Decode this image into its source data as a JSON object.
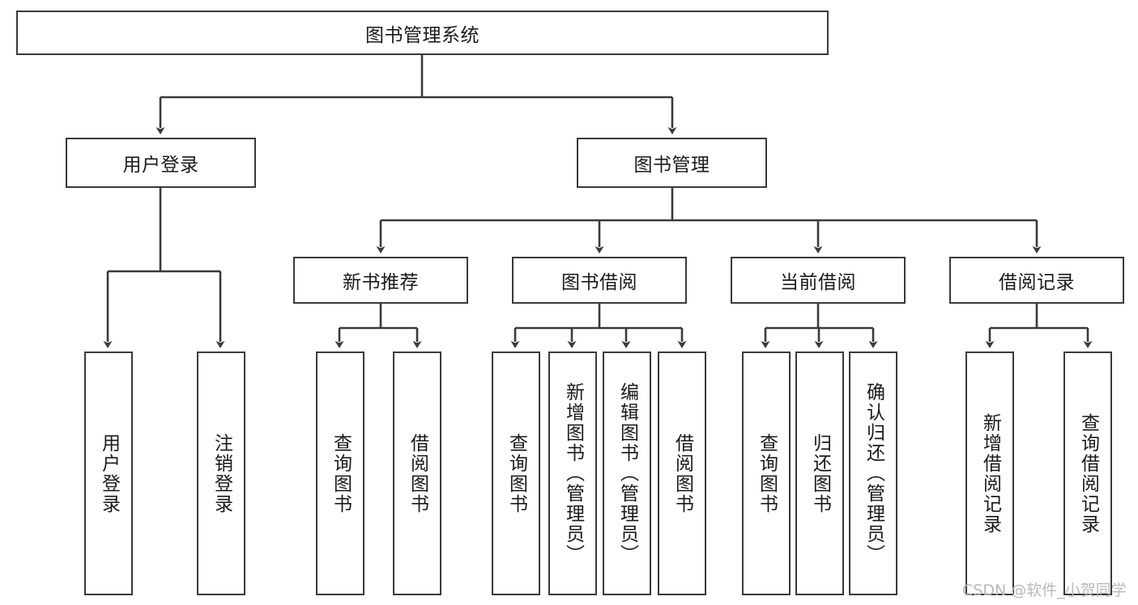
{
  "diagram": {
    "type": "tree",
    "title": "图书管理系统",
    "root": {
      "id": "root",
      "label": "图书管理系统"
    },
    "level2": [
      {
        "id": "user-login",
        "label": "用户登录"
      },
      {
        "id": "book-management",
        "label": "图书管理"
      }
    ],
    "level3": [
      {
        "id": "new-book-recommend",
        "label": "新书推荐"
      },
      {
        "id": "book-borrow",
        "label": "图书借阅"
      },
      {
        "id": "current-borrow",
        "label": "当前借阅"
      },
      {
        "id": "borrow-record",
        "label": "借阅记录"
      }
    ],
    "leaves": {
      "user_login": [
        {
          "id": "leaf-user-login",
          "label": "用户登录"
        },
        {
          "id": "leaf-logout-login",
          "label": "注销登录"
        }
      ],
      "new_book_recommend": [
        {
          "id": "leaf-query-book-1",
          "label": "查询图书"
        },
        {
          "id": "leaf-borrow-book-1",
          "label": "借阅图书"
        }
      ],
      "book_borrow": [
        {
          "id": "leaf-query-book-2",
          "label": "查询图书"
        },
        {
          "id": "leaf-add-book",
          "label": "新增图书（管理员）"
        },
        {
          "id": "leaf-edit-book",
          "label": "编辑图书（管理员）"
        },
        {
          "id": "leaf-borrow-book-2",
          "label": "借阅图书"
        }
      ],
      "current_borrow": [
        {
          "id": "leaf-query-book-3",
          "label": "查询图书"
        },
        {
          "id": "leaf-return-book",
          "label": "归还图书"
        },
        {
          "id": "leaf-confirm-return",
          "label": "确认归还（管理员）"
        }
      ],
      "borrow_record": [
        {
          "id": "leaf-add-record",
          "label": "新增借阅记录"
        },
        {
          "id": "leaf-query-record",
          "label": "查询借阅记录"
        }
      ]
    },
    "colors": {
      "stroke": "#3a3a3a",
      "text": "#1a1a1a",
      "background": "#ffffff",
      "watermark": "#b9b9b9"
    }
  },
  "watermark": {
    "text": "CSDN @软件_小贺同学"
  }
}
